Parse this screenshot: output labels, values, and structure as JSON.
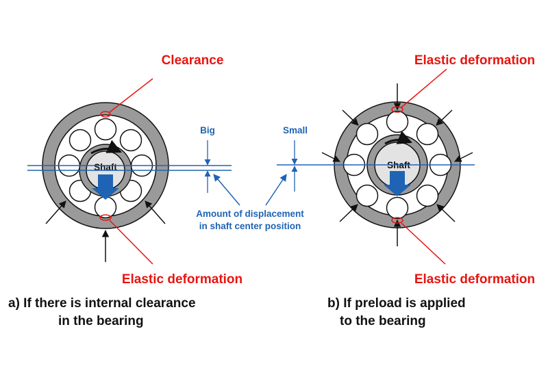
{
  "labels": {
    "left_top": "Clearance",
    "left_bottom": "Elastic deformation",
    "right_top": "Elastic deformation",
    "right_bottom": "Elastic deformation",
    "big": "Big",
    "small": "Small",
    "displacement_line1": "Amount of displacement",
    "displacement_line2": "in shaft center position",
    "shaft_left": "Shaft",
    "shaft_right": "Shaft"
  },
  "captions": {
    "a_line1": "a) If there is internal clearance",
    "a_line2": "in the bearing",
    "b_line1": "b) If preload is applied",
    "b_line2": "to the bearing"
  },
  "colors": {
    "annotation_red": "#e8140f",
    "annotation_blue": "#1f63b4",
    "race_gray": "#9a9a9a",
    "shaft_gray": "#e3e3e3"
  }
}
